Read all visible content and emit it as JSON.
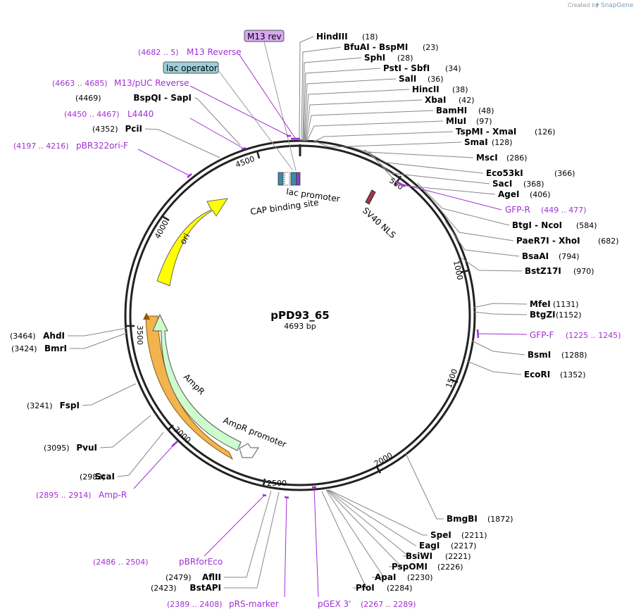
{
  "credit": "Created by",
  "brand": "SnapGene",
  "plasmid": {
    "name": "pPD93_65",
    "size_label": "4693 bp"
  },
  "ticks": [
    "500",
    "1000",
    "1500",
    "2000",
    "2500",
    "3000",
    "3500",
    "4000",
    "4500"
  ],
  "features": {
    "ori": "ori",
    "ampr": "AmpR",
    "ampr_promoter": "AmpR promoter",
    "lac_promoter": "lac promoter",
    "cap_site": "CAP binding site",
    "sv40": "SV40 NLS",
    "m13rev_box": "M13 rev",
    "lac_operator_box": "lac operator"
  },
  "sites": [
    {
      "name": "HindIII",
      "pos": "(18)"
    },
    {
      "name": "BfuAI",
      "sep": "-",
      "name2": "BspMI",
      "pos": "(23)"
    },
    {
      "name": "SphI",
      "pos": "(28)"
    },
    {
      "name": "PstI",
      "sep": "-",
      "name2": "SbfI",
      "pos": "(34)"
    },
    {
      "name": "SalI",
      "pos": "(36)"
    },
    {
      "name": "HincII",
      "pos": "(38)"
    },
    {
      "name": "XbaI",
      "pos": "(42)"
    },
    {
      "name": "BamHI",
      "pos": "(48)"
    },
    {
      "name": "MluI",
      "pos": "(97)"
    },
    {
      "name": "TspMI",
      "sep": "-",
      "name2": "XmaI",
      "pos": "(126)"
    },
    {
      "name": "SmaI",
      "pos": "(128)"
    },
    {
      "name": "MscI",
      "pos": "(286)"
    },
    {
      "name": "Eco53kI",
      "pos": "(366)"
    },
    {
      "name": "SacI",
      "pos": "(368)"
    },
    {
      "name": "AgeI",
      "pos": "(406)"
    },
    {
      "name": "BtgI",
      "sep": "-",
      "name2": "NcoI",
      "pos": "(584)"
    },
    {
      "name": "PaeR7I",
      "sep": "-",
      "name2": "XhoI",
      "pos": "(682)"
    },
    {
      "name": "BsaAI",
      "pos": "(794)"
    },
    {
      "name": "BstZ17I",
      "pos": "(970)"
    },
    {
      "name": "MfeI",
      "pos": "(1131)"
    },
    {
      "name": "BtgZI",
      "pos": "(1152)"
    },
    {
      "name": "BsmI",
      "pos": "(1288)"
    },
    {
      "name": "EcoRI",
      "pos": "(1352)"
    },
    {
      "name": "BmgBI",
      "pos": "(1872)"
    },
    {
      "name": "SpeI",
      "pos": "(2211)"
    },
    {
      "name": "EagI",
      "pos": "(2217)"
    },
    {
      "name": "BsiWI",
      "pos": "(2221)"
    },
    {
      "name": "PspOMI",
      "pos": "(2226)"
    },
    {
      "name": "ApaI",
      "pos": "(2230)"
    },
    {
      "name": "PfoI",
      "pos": "(2284)"
    },
    {
      "name": "AflII",
      "pos": "(2479)"
    },
    {
      "name": "BstAPI",
      "pos": "(2423)"
    },
    {
      "name": "ScaI",
      "pos": "(2983)"
    },
    {
      "name": "PvuI",
      "pos": "(3095)"
    },
    {
      "name": "FspI",
      "pos": "(3241)"
    },
    {
      "name": "AhdI",
      "pos": "(3464)"
    },
    {
      "name": "BmrI",
      "pos": "(3424)"
    },
    {
      "name": "PciI",
      "pos": "(4352)"
    },
    {
      "name": "BspQI",
      "sep": "-",
      "name2": "SapI",
      "pos": "(4469)"
    }
  ],
  "primers": [
    {
      "name": "GFP-R",
      "pos": "(449 .. 477)"
    },
    {
      "name": "GFP-F",
      "pos": "(1225 .. 1245)"
    },
    {
      "name": "pGEX 3'",
      "pos": "(2267 .. 2289)"
    },
    {
      "name": "pRS-marker",
      "pos": "(2389 .. 2408)"
    },
    {
      "name": "pBRforEco",
      "pos": "(2486 .. 2504)"
    },
    {
      "name": "Amp-R",
      "pos": "(2895 .. 2914)"
    },
    {
      "name": "pBR322ori-F",
      "pos": "(4197 .. 4216)"
    },
    {
      "name": "L4440",
      "pos": "(4450 .. 4467)"
    },
    {
      "name": "M13/pUC Reverse",
      "pos": "(4663 .. 4685)"
    },
    {
      "name": "M13 Reverse",
      "pos": "(4682 .. 5)"
    }
  ]
}
